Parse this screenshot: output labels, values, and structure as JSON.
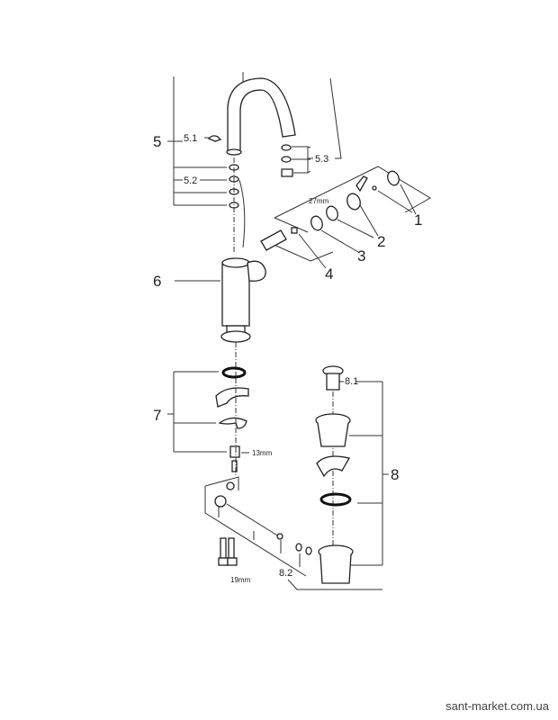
{
  "diagram": {
    "type": "exploded parts diagram",
    "labels": {
      "p1": "1",
      "p2": "2",
      "p3": "3",
      "p4": "4",
      "p5": "5",
      "p5_1": "5.1",
      "p5_2": "5.2",
      "p5_3": "5.3",
      "p6": "6",
      "p7": "7",
      "p8": "8",
      "p8_1": "8.1",
      "p8_2": "8.2",
      "dim27": "27mm",
      "dim13": "13mm",
      "dim19": "19mm"
    }
  },
  "watermark": "sant-market.com.ua"
}
